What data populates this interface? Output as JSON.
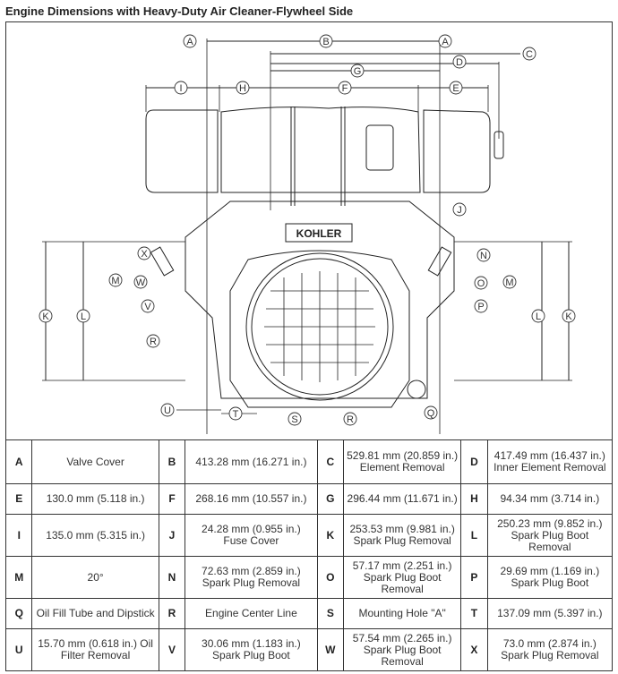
{
  "title": "Engine Dimensions with Heavy-Duty Air Cleaner-Flywheel Side",
  "diagram": {
    "brand_label": "KOHLER",
    "callouts": [
      "A",
      "B",
      "C",
      "D",
      "E",
      "F",
      "G",
      "H",
      "I",
      "J",
      "K",
      "L",
      "M",
      "N",
      "O",
      "P",
      "Q",
      "R",
      "S",
      "T",
      "U",
      "V",
      "W",
      "X"
    ]
  },
  "table": {
    "rows": [
      [
        {
          "key": "A",
          "value": "Valve Cover"
        },
        {
          "key": "B",
          "value": "413.28 mm (16.271 in.)"
        },
        {
          "key": "C",
          "value": "529.81 mm (20.859 in.) Element Removal"
        },
        {
          "key": "D",
          "value": "417.49 mm (16.437 in.) Inner Element Removal"
        }
      ],
      [
        {
          "key": "E",
          "value": "130.0 mm (5.118 in.)"
        },
        {
          "key": "F",
          "value": "268.16 mm (10.557 in.)"
        },
        {
          "key": "G",
          "value": "296.44 mm (11.671 in.)"
        },
        {
          "key": "H",
          "value": "94.34 mm (3.714 in.)"
        }
      ],
      [
        {
          "key": "I",
          "value": "135.0 mm (5.315 in.)"
        },
        {
          "key": "J",
          "value": "24.28 mm (0.955 in.) Fuse Cover"
        },
        {
          "key": "K",
          "value": "253.53 mm (9.981 in.) Spark Plug Removal"
        },
        {
          "key": "L",
          "value": "250.23 mm (9.852 in.) Spark Plug Boot Removal"
        }
      ],
      [
        {
          "key": "M",
          "value": "20°"
        },
        {
          "key": "N",
          "value": "72.63 mm (2.859 in.) Spark Plug Removal"
        },
        {
          "key": "O",
          "value": "57.17 mm (2.251 in.) Spark Plug Boot Removal"
        },
        {
          "key": "P",
          "value": "29.69 mm (1.169 in.) Spark Plug Boot"
        }
      ],
      [
        {
          "key": "Q",
          "value": "Oil Fill Tube and Dipstick"
        },
        {
          "key": "R",
          "value": "Engine Center Line"
        },
        {
          "key": "S",
          "value": "Mounting Hole \"A\""
        },
        {
          "key": "T",
          "value": "137.09 mm (5.397 in.)"
        }
      ],
      [
        {
          "key": "U",
          "value": "15.70 mm (0.618 in.) Oil Filter Removal"
        },
        {
          "key": "V",
          "value": "30.06 mm (1.183 in.) Spark Plug Boot"
        },
        {
          "key": "W",
          "value": "57.54 mm (2.265 in.) Spark Plug Boot Removal"
        },
        {
          "key": "X",
          "value": "73.0 mm (2.874 in.) Spark Plug Removal"
        }
      ]
    ]
  }
}
